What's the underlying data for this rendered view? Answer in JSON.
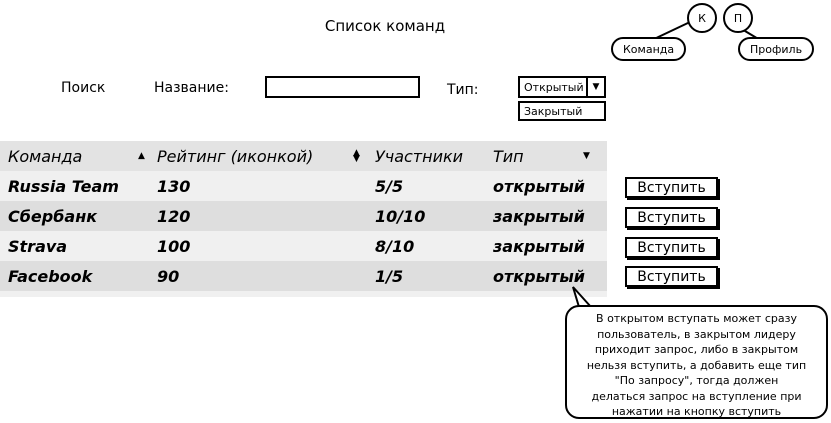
{
  "page": {
    "title": "Список команд"
  },
  "avatars": [
    {
      "letter": "К",
      "label": "Команда"
    },
    {
      "letter": "П",
      "label": "Профиль"
    }
  ],
  "search": {
    "label": "Поиск",
    "name_label": "Название:",
    "name_value": "",
    "type_label": "Тип:",
    "type_selected": "Открытый",
    "type_options": [
      "Закрытый"
    ]
  },
  "table": {
    "headers": [
      "Команда",
      "Рейтинг (иконкой)",
      "Участники",
      "Тип"
    ],
    "rows": [
      [
        "Russia Team",
        "130",
        "5/5",
        "открытый"
      ],
      [
        "Сбербанк",
        "120",
        "10/10",
        "закрытый"
      ],
      [
        "Strava",
        "100",
        "8/10",
        "закрытый"
      ],
      [
        "Facebook",
        "90",
        "1/5",
        "открытый"
      ]
    ],
    "join_label": "Вступить"
  },
  "callout": {
    "lines": [
      "В открытом вступать может сразу",
      "пользователь, в закрытом лидеру",
      "приходит запрос, либо в закрытом",
      "нельзя вступить, а добавить еще тип",
      "\"По запросу\", тогда должен",
      "делаться запрос на вступление при",
      "нажатии на кнопку вступить"
    ]
  }
}
